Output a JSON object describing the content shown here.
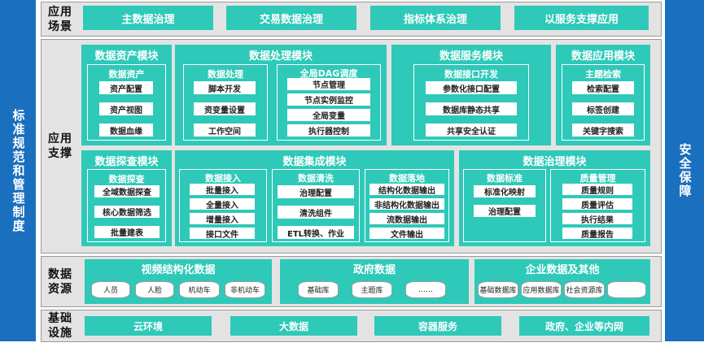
{
  "sidebars": {
    "left": "标准规范和管理制度",
    "right": "安全保障"
  },
  "rows": {
    "application": {
      "label": "应用场景",
      "items": [
        "主数据治理",
        "交易数据治理",
        "指标体系治理",
        "以服务支撑应用"
      ]
    },
    "support": {
      "label": "应用支撑",
      "asset": {
        "title": "数据资产模块",
        "sub_title": "数据资产",
        "items": [
          "资产配置",
          "资产视图",
          "数据血缘"
        ]
      },
      "processing": {
        "title": "数据处理模块",
        "sub1": {
          "title": "数据处理",
          "items": [
            "脚本开发",
            "资变量设置",
            "工作空间"
          ]
        },
        "sub2": {
          "title": "全局DAG调度",
          "items": [
            "节点管理",
            "节点实例监控",
            "全局变量",
            "执行器控制"
          ]
        }
      },
      "service": {
        "title": "数据服务模块",
        "sub_title": "数据接口开发",
        "items": [
          "参数化接口配置",
          "数据库静态共享",
          "共享安全认证"
        ]
      },
      "app_module": {
        "title": "数据应用模块",
        "sub_title": "主题检索",
        "items": [
          "检索配置",
          "标签创建",
          "关键字搜索"
        ]
      },
      "explore": {
        "title": "数据探查模块",
        "sub_title": "数据探查",
        "items": [
          "全域数据探查",
          "核心数据筛选",
          "批量建表"
        ]
      },
      "integration": {
        "title": "数据集成模块",
        "sub1": {
          "title": "数据接入",
          "items": [
            "批量接入",
            "全量接入",
            "增量接入",
            "接口文件"
          ]
        },
        "sub2": {
          "title": "数据清洗",
          "items": [
            "治理配置",
            "清洗组件",
            "ETL转换、作业"
          ]
        },
        "sub3": {
          "title": "数据落地",
          "items": [
            "结构化数据输出",
            "非结构化数据输出",
            "流数据输出",
            "文件输出"
          ]
        }
      },
      "governance": {
        "title": "数据治理模块",
        "sub1": {
          "title": "数据标准",
          "items": [
            "标准化映射",
            "治理配置"
          ]
        },
        "sub2": {
          "title": "质量管理",
          "items": [
            "质量规则",
            "质量评估",
            "执行结果",
            "质量报告"
          ]
        }
      }
    },
    "resources": {
      "label": "数据资源",
      "video": {
        "title": "视频结构化数据",
        "items": [
          "人员",
          "人脸",
          "机动车",
          "非机动车"
        ]
      },
      "gov": {
        "title": "政府数据",
        "items": [
          "基础库",
          "主题库",
          "……"
        ]
      },
      "ent": {
        "title": "企业数据及其他",
        "items": [
          "基础数据库",
          "应用数据库",
          "社会资源库",
          ""
        ]
      }
    },
    "infra": {
      "label": "基础设施",
      "items": [
        "云环境",
        "大数据",
        "容器服务",
        "政府、企业等内网"
      ]
    }
  }
}
